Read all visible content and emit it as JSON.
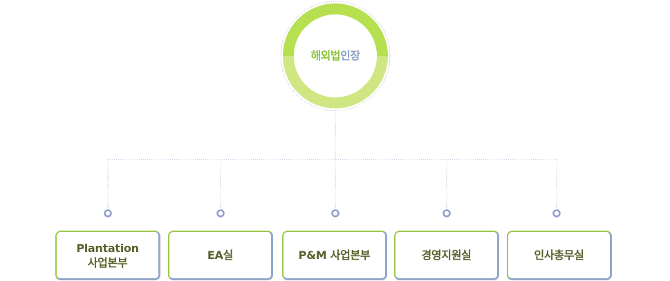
{
  "root": {
    "label_part_a": "해외법",
    "label_part_b": "인장"
  },
  "units": [
    {
      "label": "Plantation\n사업본부"
    },
    {
      "label": "EA실"
    },
    {
      "label": "P&M 사업본부"
    },
    {
      "label": "경영지원실"
    },
    {
      "label": "인사총무실"
    }
  ],
  "colors": {
    "ring_top": "#b6e050",
    "ring_bottom": "#cfe682",
    "box_border_green": "#9bc94a",
    "box_border_blue": "#93a9c9",
    "connector": "#a7b4d2",
    "node_dot": "#8ea0cc",
    "label_text": "#59612c",
    "root_text_green": "#8cc43a",
    "root_text_blue": "#8a9fc4"
  }
}
